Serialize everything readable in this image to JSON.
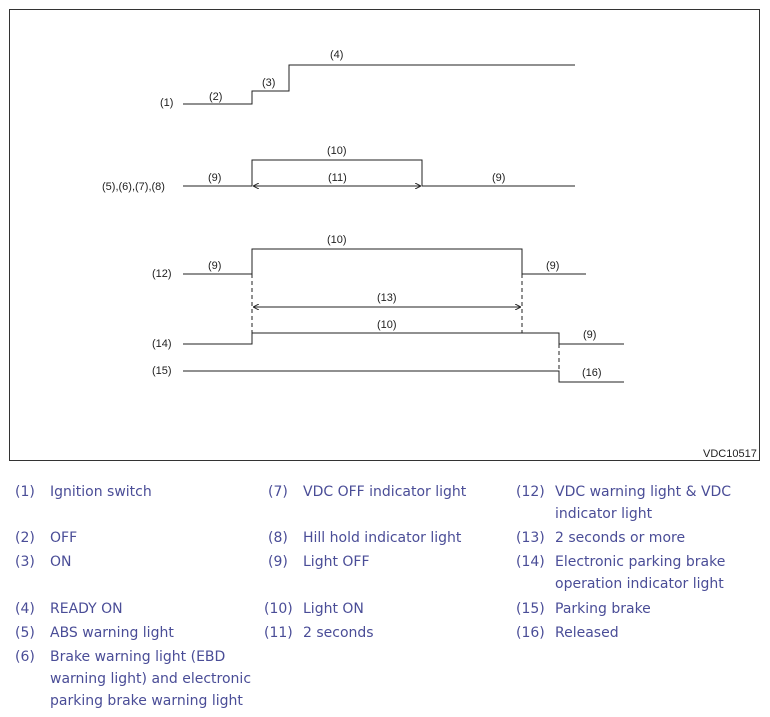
{
  "diagram": {
    "code": "VDC10517",
    "signals": {
      "s1": "(1)",
      "s5to8": "(5),(6),(7),(8)",
      "s12": "(12)",
      "s14": "(14)",
      "s15": "(15)"
    },
    "states": {
      "off": "(2)",
      "on": "(3)",
      "ready": "(4)",
      "light_off": "(9)",
      "light_on": "(10)",
      "two_sec": "(11)",
      "two_sec_more": "(13)",
      "released": "(16)"
    }
  },
  "legend": [
    {
      "num": "(1)",
      "text": "Ignition switch"
    },
    {
      "num": "(2)",
      "text": "OFF"
    },
    {
      "num": "(3)",
      "text": "ON"
    },
    {
      "num": "(4)",
      "text": "READY ON"
    },
    {
      "num": "(5)",
      "text": "ABS warning light"
    },
    {
      "num": "(6)",
      "text": "Brake warning light (EBD warning light) and electronic parking brake warning light"
    },
    {
      "num": "(7)",
      "text": "VDC OFF indicator light"
    },
    {
      "num": "(8)",
      "text": "Hill hold indicator light"
    },
    {
      "num": "(9)",
      "text": "Light OFF"
    },
    {
      "num": "(10)",
      "text": "Light ON"
    },
    {
      "num": "(11)",
      "text": "2 seconds"
    },
    {
      "num": "(12)",
      "text": "VDC warning light & VDC indicator light"
    },
    {
      "num": "(13)",
      "text": "2 seconds or more"
    },
    {
      "num": "(14)",
      "text": "Electronic parking brake operation indicator light"
    },
    {
      "num": "(15)",
      "text": "Parking brake"
    },
    {
      "num": "(16)",
      "text": "Released"
    }
  ]
}
